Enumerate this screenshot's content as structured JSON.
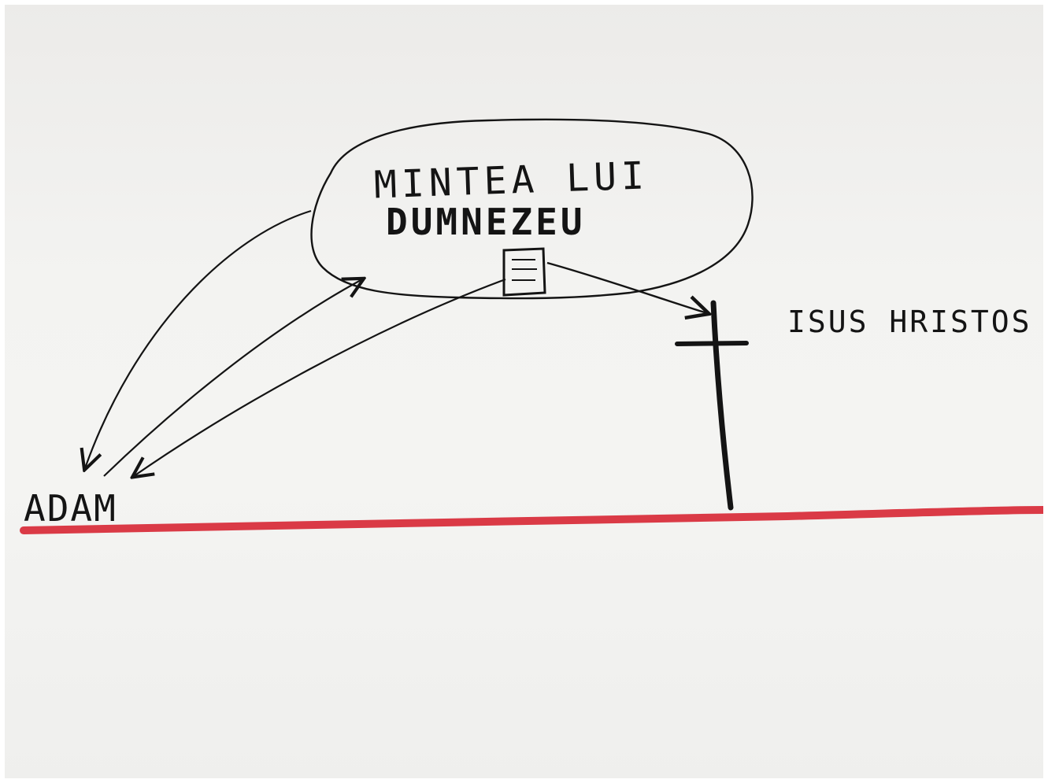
{
  "labels": {
    "mind_line1": "MINTEA LUI",
    "mind_line2": "DUMNEZEU",
    "jesus": "ISUS HRISTOS",
    "adam": "ADAM"
  },
  "colors": {
    "ink": "#141414",
    "red_line": "#d6202e",
    "paper": "#f2f2f0"
  }
}
